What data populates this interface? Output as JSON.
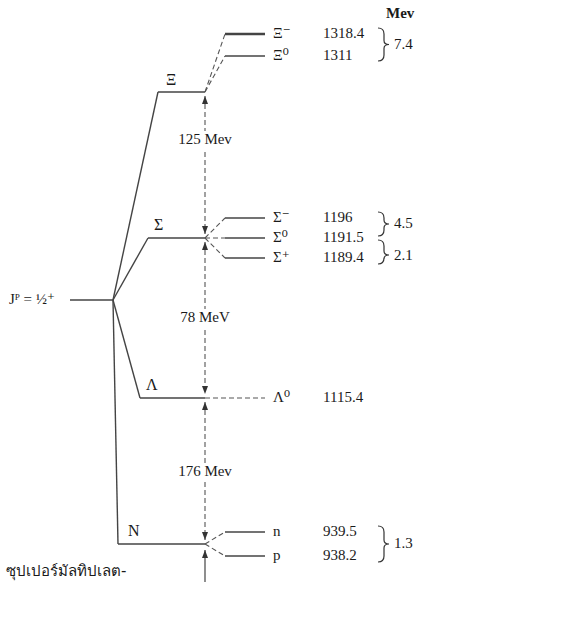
{
  "diagram": {
    "labels": [
      "Mev",
      "Ξ",
      "Ξ⁻",
      "1318.4",
      "7.4",
      "Ξ⁰",
      "1311",
      "125 Mev",
      "Σ",
      "Σ⁻",
      "1196",
      "4.5",
      "Σ⁰",
      "1191.5",
      "Σ⁺",
      "1189.4",
      "2.1",
      "Jᴾ = ½⁺",
      "78 MeV",
      "Λ",
      "Λ⁰",
      "1115.4",
      "176 Mev",
      "N",
      "n",
      "939.5",
      "1.3",
      "p",
      "938.2",
      "ซุปเปอร์มัลทิปเลต-"
    ]
  }
}
